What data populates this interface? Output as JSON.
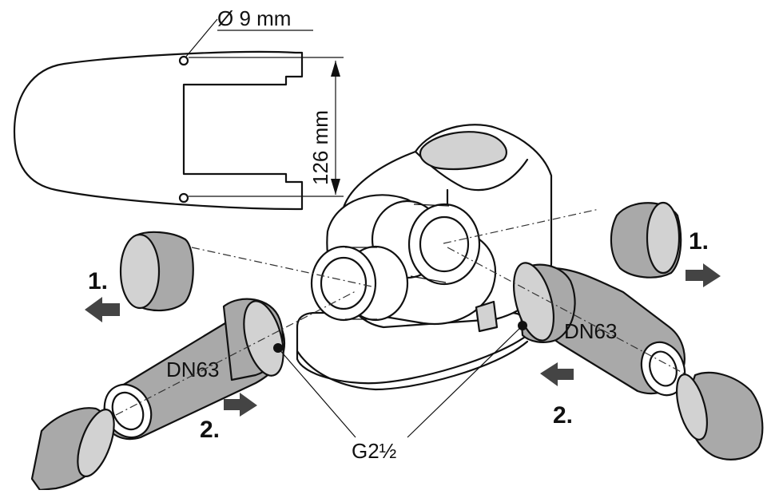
{
  "labels": {
    "diameter": "Ø 9 mm",
    "height": "126 mm",
    "thread": "G2½",
    "pipe_left": "DN63",
    "pipe_right": "DN63",
    "step_left_1": "1.",
    "step_left_2": "2.",
    "step_right_1": "1.",
    "step_right_2": "2."
  },
  "colors": {
    "line": "#111111",
    "pipe_fill": "#a9a9a9",
    "cap_fill": "#a9a9a9",
    "background": "#ffffff"
  }
}
